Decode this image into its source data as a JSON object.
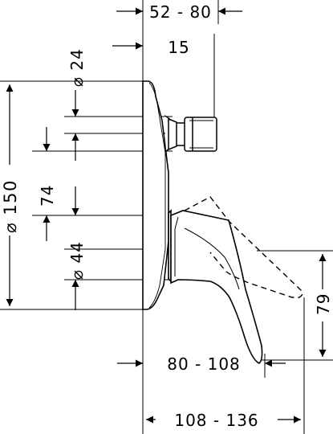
{
  "dimensions": {
    "top_depth": "52 - 80",
    "diam_24": "⌀ 24",
    "offset_15": "15",
    "diam_150": "⌀ 150",
    "spacing_74": "74",
    "diam_44": "⌀ 44",
    "height_79": "79",
    "spout_80_108": "80 - 108",
    "spout_108_136": "108 - 136"
  }
}
